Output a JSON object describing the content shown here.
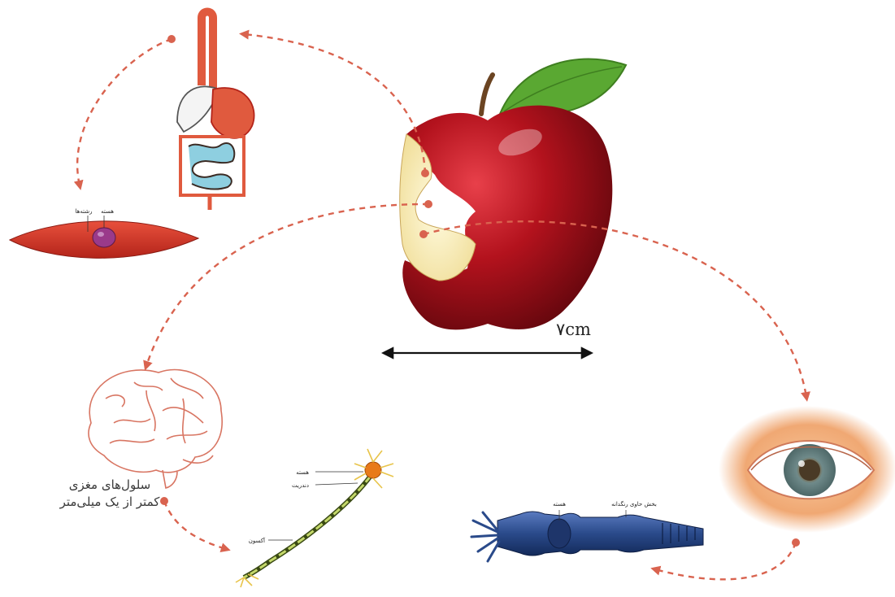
{
  "measurement": {
    "label": "۷cm"
  },
  "brain_caption": {
    "line1": "سلول‌های مغزی",
    "line2": "کمتر از یک میلی‌متر"
  },
  "muscle_cell": {
    "label_nucleus": "هسته",
    "label_fibers": "رشته‌ها"
  },
  "neuron": {
    "label_nucleus": "هسته",
    "label_dendrite": "دندریت",
    "label_axon": "آکسون"
  },
  "rod_cell": {
    "label_nucleus": "هسته",
    "label_pigment": "بخش حاوی رنگدانه"
  },
  "colors": {
    "arrow": "#d9634f",
    "apple": "#b3121d",
    "leaf": "#5aa832",
    "organ_outline": "#e05a3e",
    "brain_outline": "#d87562",
    "rod": "#2a4a8a",
    "neuron": "#8a9a2a",
    "eye_iris": "#7a8a8a",
    "eye_glow": "#f0a873"
  }
}
